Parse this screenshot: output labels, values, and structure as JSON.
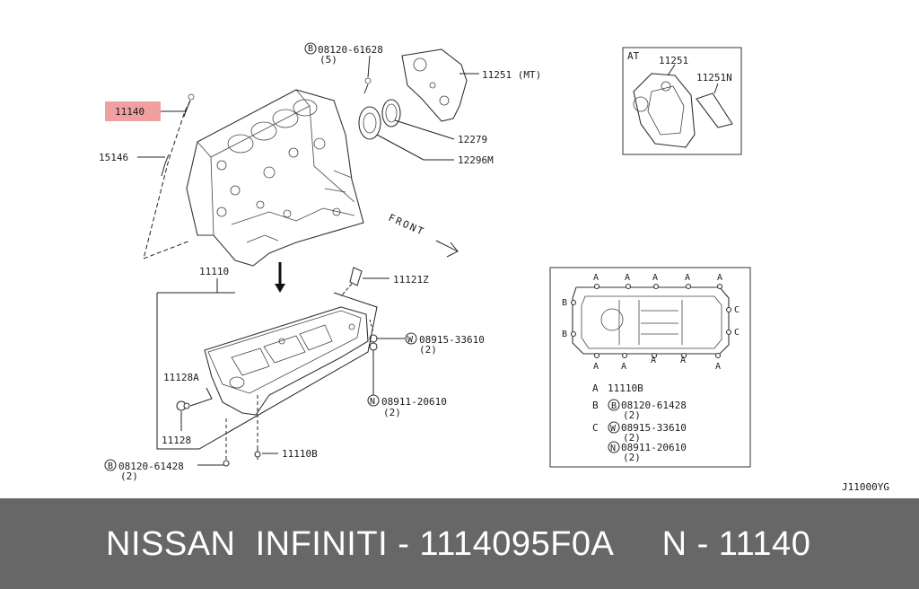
{
  "callouts": {
    "p11140": "11140",
    "p15146": "15146",
    "bolt_top_code": "08120-61628",
    "bolt_top_qty": "(5)",
    "p11251_mt": "11251 (MT)",
    "p12279": "12279",
    "p12296m": "12296M",
    "front": "FRONT",
    "p11110": "11110",
    "p11121z": "11121Z",
    "washer_code": "08915-33610",
    "washer_qty": "(2)",
    "nut_code": "08911-20610",
    "nut_qty": "(2)",
    "p11128a": "11128A",
    "p11128": "11128",
    "p11110b": "11110B",
    "bolt_bottom_code": "08120-61428",
    "bolt_bottom_qty": "(2)",
    "symbol_b": "B",
    "symbol_w": "W",
    "symbol_n": "N"
  },
  "at_box": {
    "title": "AT",
    "p11251": "11251",
    "p11251n": "11251N"
  },
  "legend_box": {
    "markers": [
      "A",
      "B",
      "C"
    ],
    "rows": [
      {
        "key": "A",
        "text": "11110B",
        "qty": ""
      },
      {
        "key": "B",
        "symbol": "B",
        "text": "08120-61428",
        "qty": "(2)"
      },
      {
        "key": "C",
        "symbol": "W",
        "text": "08915-33610",
        "qty": "(2)"
      },
      {
        "key": "",
        "symbol": "N",
        "text": "08911-20610",
        "qty": "(2)"
      }
    ]
  },
  "diagram_code": "J11000YG",
  "footer": {
    "text": "NISSAN  INFINITI - 1114095F0A     N - 11140"
  },
  "colors": {
    "highlight": "#f0a0a0",
    "footer_bg": "#676767"
  }
}
